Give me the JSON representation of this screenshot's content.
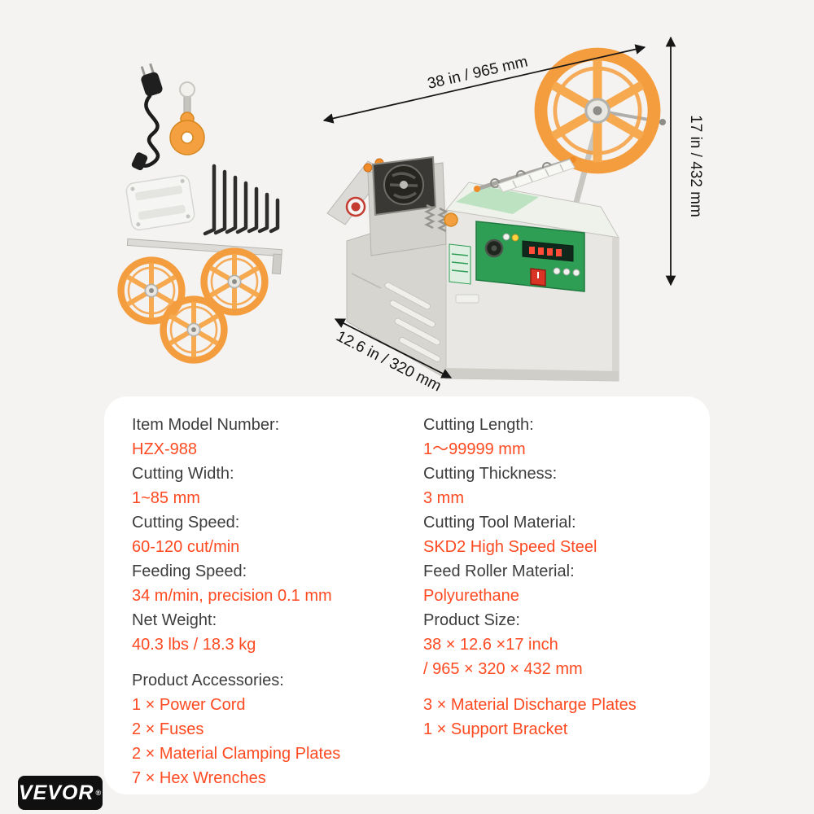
{
  "brand": "VEVOR",
  "brand_reg": "®",
  "colors": {
    "accent": "#ff4a21",
    "wheel_orange": "#f49d3f",
    "panel_green": "#2e9e55",
    "brand_bg": "#101010"
  },
  "dimensions": {
    "width": "38 in / 965 mm",
    "height": "17 in / 432 mm",
    "depth": "12.6 in / 320 mm"
  },
  "specs": {
    "left": [
      {
        "label": "Item Model Number:",
        "value": "HZX-988"
      },
      {
        "label": "Cutting Width:",
        "value": "1~85 mm"
      },
      {
        "label": "Cutting Speed:",
        "value": "60-120 cut/min"
      },
      {
        "label": "Feeding Speed:",
        "value": "34 m/min, precision 0.1 mm"
      },
      {
        "label": "Net Weight:",
        "value": "40.3 lbs / 18.3 kg"
      }
    ],
    "right": [
      {
        "label": "Cutting Length:",
        "value": "1～99999 mm"
      },
      {
        "label": "Cutting Thickness:",
        "value": "3 mm"
      },
      {
        "label": "Cutting Tool Material:",
        "value": "SKD2 High Speed Steel"
      },
      {
        "label": "Feed Roller Material:",
        "value": "Polyurethane"
      },
      {
        "label": "Product Size:",
        "value": "38 × 12.6 ×17 inch",
        "value2": "/ 965 × 320 × 432 mm"
      }
    ],
    "accessories_label": "Product Accessories:",
    "accessories_left": [
      "1 × Power Cord",
      "2 × Fuses",
      "2 × Material Clamping Plates",
      "7 × Hex Wrenches"
    ],
    "accessories_right": [
      "3 × Material Discharge Plates",
      "1 × Support Bracket"
    ]
  }
}
